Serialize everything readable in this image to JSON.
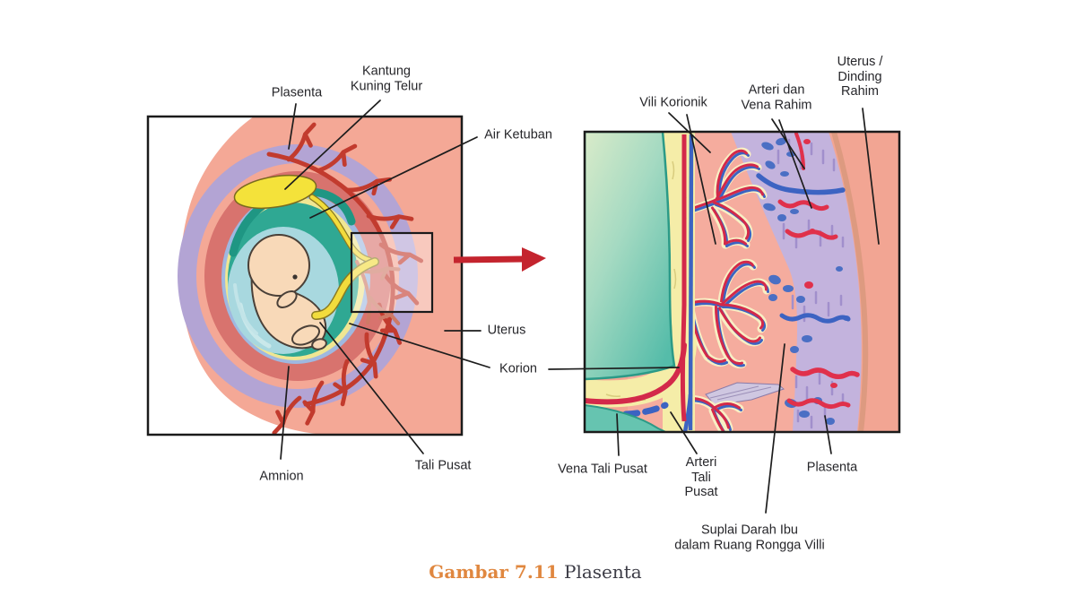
{
  "figure": {
    "caption_prefix": "Gambar 7.11",
    "caption_text": " Plasenta"
  },
  "left_panel": {
    "labels": {
      "plasenta": "Plasenta",
      "kantung_kuning_telur": "Kantung\nKuning Telur",
      "air_ketuban": "Air Ketuban",
      "uterus": "Uterus",
      "korion": "Korion",
      "tali_pusat": "Tali Pusat",
      "amnion": "Amnion"
    }
  },
  "right_panel": {
    "labels": {
      "vili_korionik": "Vili Korionik",
      "arteri_dan_vena_rahim": "Arteri dan\nVena Rahim",
      "uterus_dinding_rahim": "Uterus /\nDinding\nRahim",
      "vena_tali_pusat": "Vena Tali Pusat",
      "arteri_tali_pusat": "Arteri\nTali\nPusat",
      "plasenta": "Plasenta",
      "suplai_darah_ibu": "Suplai Darah Ibu\ndalam Ruang Rongga Villi"
    }
  },
  "icons": {
    "magnify_arrow": "red-right-arrow"
  },
  "colors": {
    "caption_accent": "#E0873F",
    "arrow_red": "#C4242E",
    "uterus_pink": "#F4A896",
    "placenta_purple": "#C3B3DD",
    "chorion_yellow": "#F5EDA8",
    "amnion_teal": "#2FA893",
    "artery_red": "#D3294A",
    "vein_blue": "#3C63C2"
  }
}
